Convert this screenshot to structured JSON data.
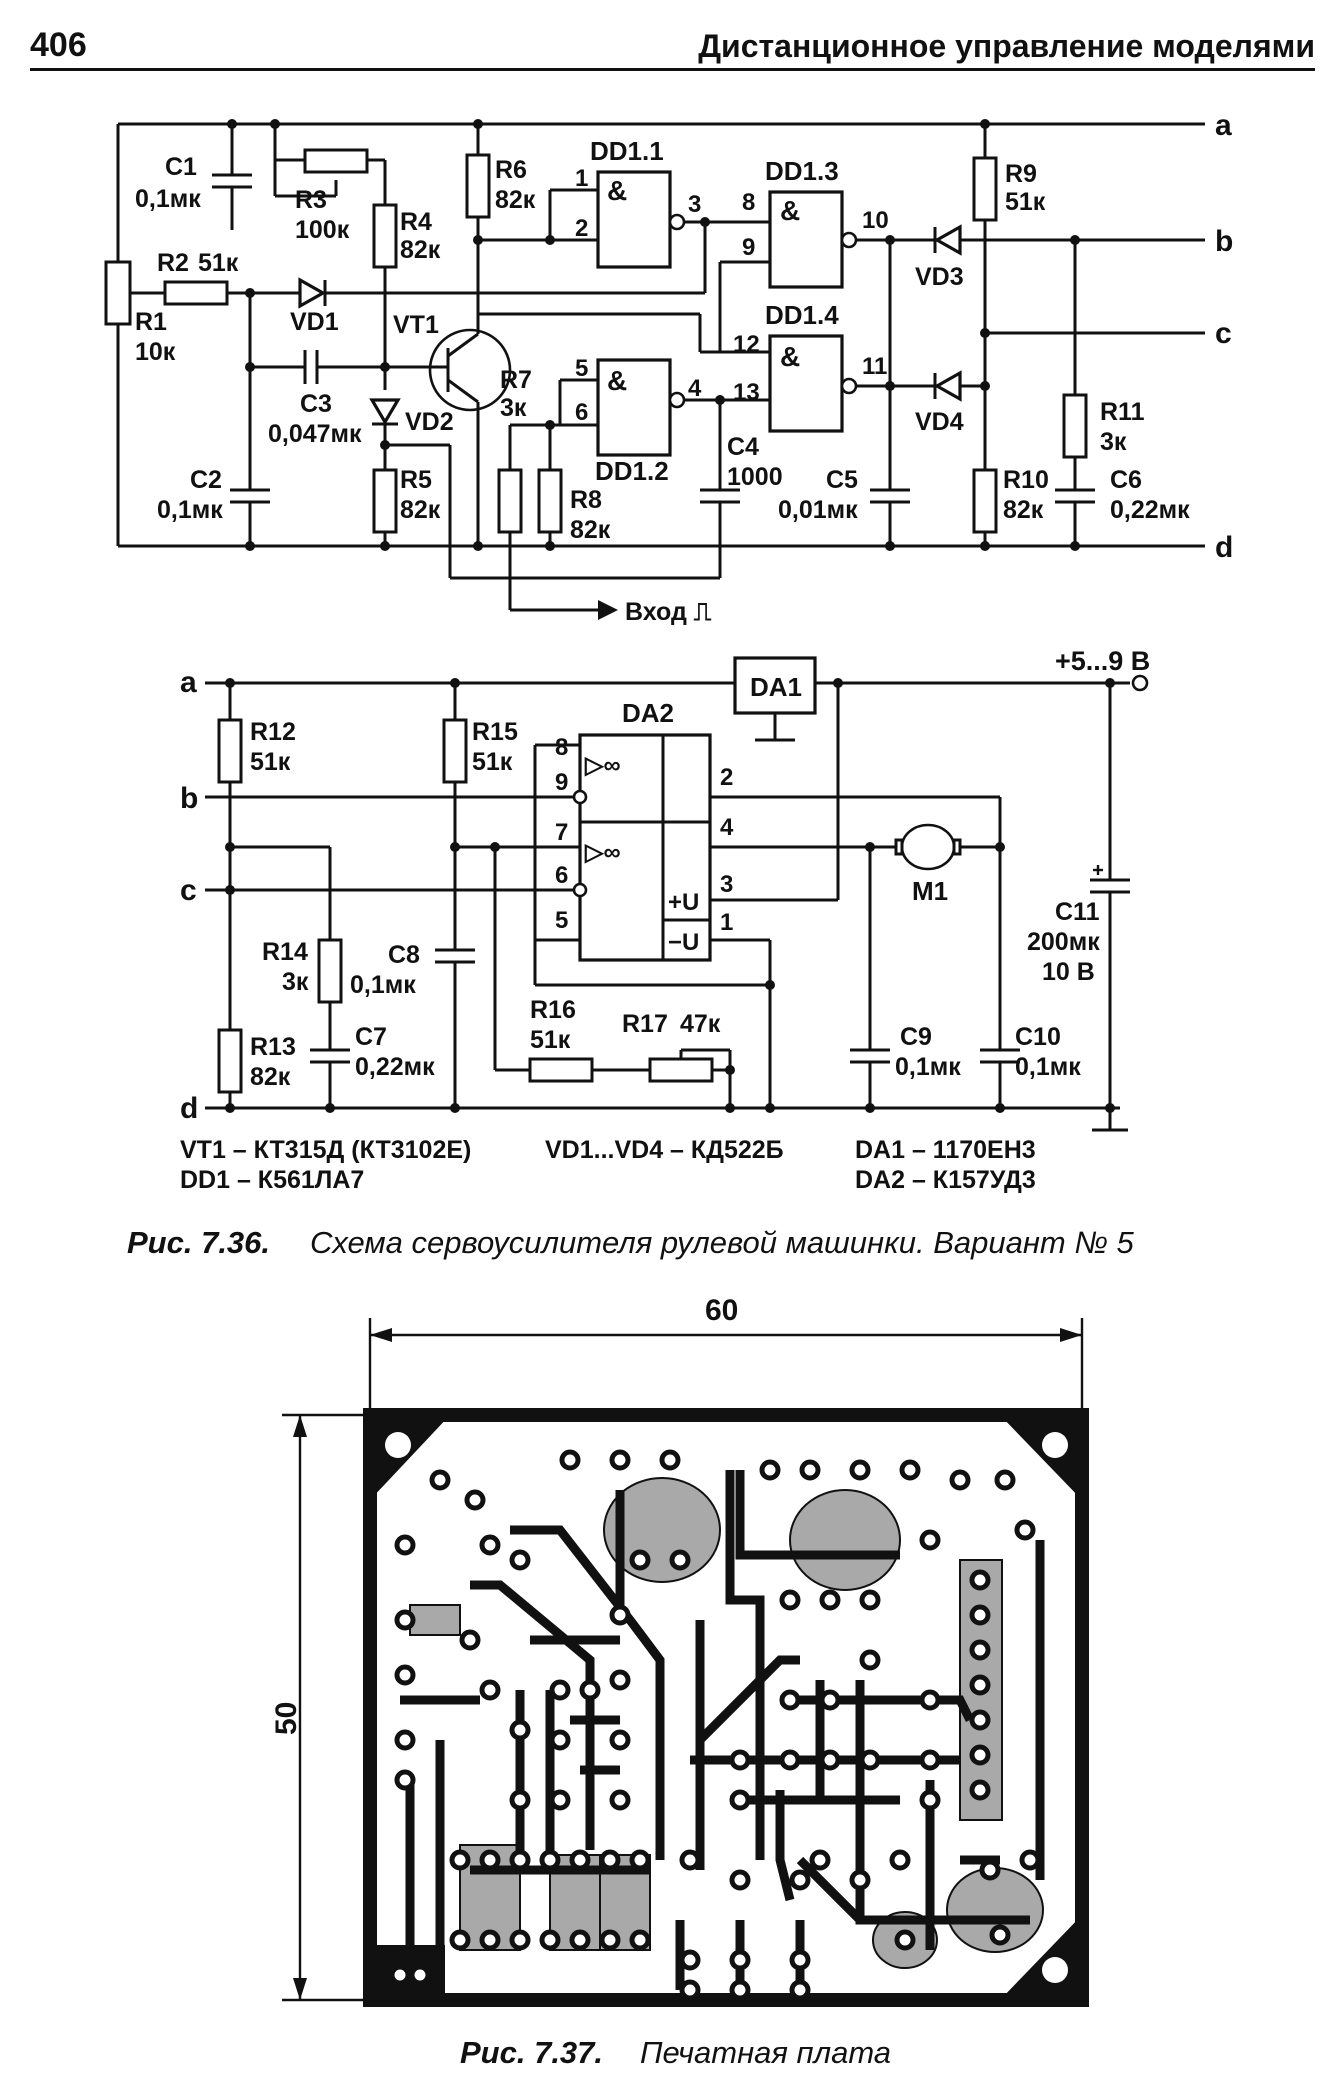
{
  "header": {
    "page_number": "406",
    "running_title": "Дистанционное управление моделями"
  },
  "schematic_top": {
    "nodes": [
      "a",
      "b",
      "c",
      "d"
    ],
    "components": {
      "c1": [
        "C1",
        "0,1мк"
      ],
      "r3": [
        "R3",
        "100к"
      ],
      "r4": [
        "R4",
        "82к"
      ],
      "r6": [
        "R6",
        "82к"
      ],
      "r2": [
        "R2",
        "51к"
      ],
      "r1": [
        "R1",
        "10к"
      ],
      "vd1": "VD1",
      "vt1": "VT1",
      "c3": [
        "C3",
        "0,047мк"
      ],
      "vd2": "VD2",
      "c2": [
        "C2",
        "0,1мк"
      ],
      "r5": [
        "R5",
        "82к"
      ],
      "r7": [
        "R7",
        "3к"
      ],
      "r8": [
        "R8",
        "82к"
      ],
      "dd11": "DD1.1",
      "dd12": "DD1.2",
      "dd13": "DD1.3",
      "dd14": "DD1.4",
      "c4": [
        "C4",
        "1000"
      ],
      "c5": [
        "C5",
        "0,01мк"
      ],
      "r9": [
        "R9",
        "51к"
      ],
      "vd3": "VD3",
      "vd4": "VD4",
      "r10": [
        "R10",
        "82к"
      ],
      "r11": [
        "R11",
        "3к"
      ],
      "c6": [
        "C6",
        "0,22мк"
      ]
    },
    "pins": {
      "p1": "1",
      "p2": "2",
      "p3": "3",
      "p4": "4",
      "p5": "5",
      "p6": "6",
      "p8": "8",
      "p9": "9",
      "p10": "10",
      "p11": "11",
      "p12": "12",
      "p13": "13"
    },
    "and_symbol": "&",
    "input_label": "Вход ⎍"
  },
  "schematic_bottom": {
    "nodes": [
      "a",
      "b",
      "c",
      "d"
    ],
    "supply": "+5...9 В",
    "components": {
      "r12": [
        "R12",
        "51к"
      ],
      "r15": [
        "R15",
        "51к"
      ],
      "r14": [
        "R14",
        "3к"
      ],
      "r13": [
        "R13",
        "82к"
      ],
      "c8": [
        "C8",
        "0,1мк"
      ],
      "c7": [
        "C7",
        "0,22мк"
      ],
      "r16": [
        "R16",
        "51к"
      ],
      "r17": [
        "R17",
        "47к"
      ],
      "da1": "DA1",
      "da2": "DA2",
      "m1": "M1",
      "c9": [
        "C9",
        "0,1мк"
      ],
      "c10": [
        "C10",
        "0,1мк"
      ],
      "c11": [
        "C11",
        "200мк",
        "10 В"
      ]
    },
    "pins": {
      "p8": "8",
      "p9": "9",
      "p7": "7",
      "p6": "6",
      "p5": "5",
      "p2": "2",
      "p4": "4",
      "p3": "3",
      "p1": "1"
    },
    "opamp_symbol": "▷∞",
    "plus_u": "+U",
    "minus_u": "−U"
  },
  "parts_list": {
    "col1": [
      "VT1 – КТ315Д (КТ3102Е)",
      "DD1 – К561ЛА7"
    ],
    "col2": [
      "VD1...VD4 – КД522Б"
    ],
    "col3": [
      "DA1 – 1170ЕН3",
      "DA2 – К157УД3"
    ]
  },
  "caption1": {
    "number": "Рис. 7.36.",
    "text": "Схема сервоусилителя рулевой машинки. Вариант № 5"
  },
  "pcb": {
    "width_dim": "60",
    "height_dim": "50"
  },
  "caption2": {
    "number": "Рис. 7.37.",
    "text": "Печатная плата"
  },
  "colors": {
    "ink": "#111111",
    "paper": "#ffffff",
    "pcb_pad_fill": "#a9a9a9"
  }
}
